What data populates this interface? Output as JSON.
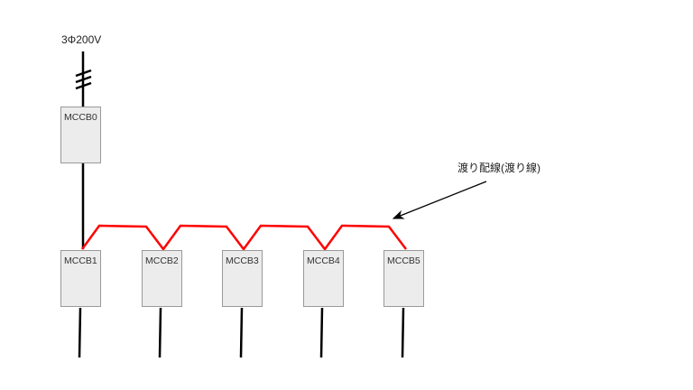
{
  "supply_label": "3Φ200V",
  "main_breaker": "MCCB0",
  "branch_breakers": [
    "MCCB1",
    "MCCB2",
    "MCCB3",
    "MCCB4",
    "MCCB5"
  ],
  "annotation": "渡り配線(渡り線)",
  "colors": {
    "jumper_wire": "#ff0000",
    "wire": "#000000",
    "box_fill": "#ececec",
    "box_border": "#999999"
  }
}
